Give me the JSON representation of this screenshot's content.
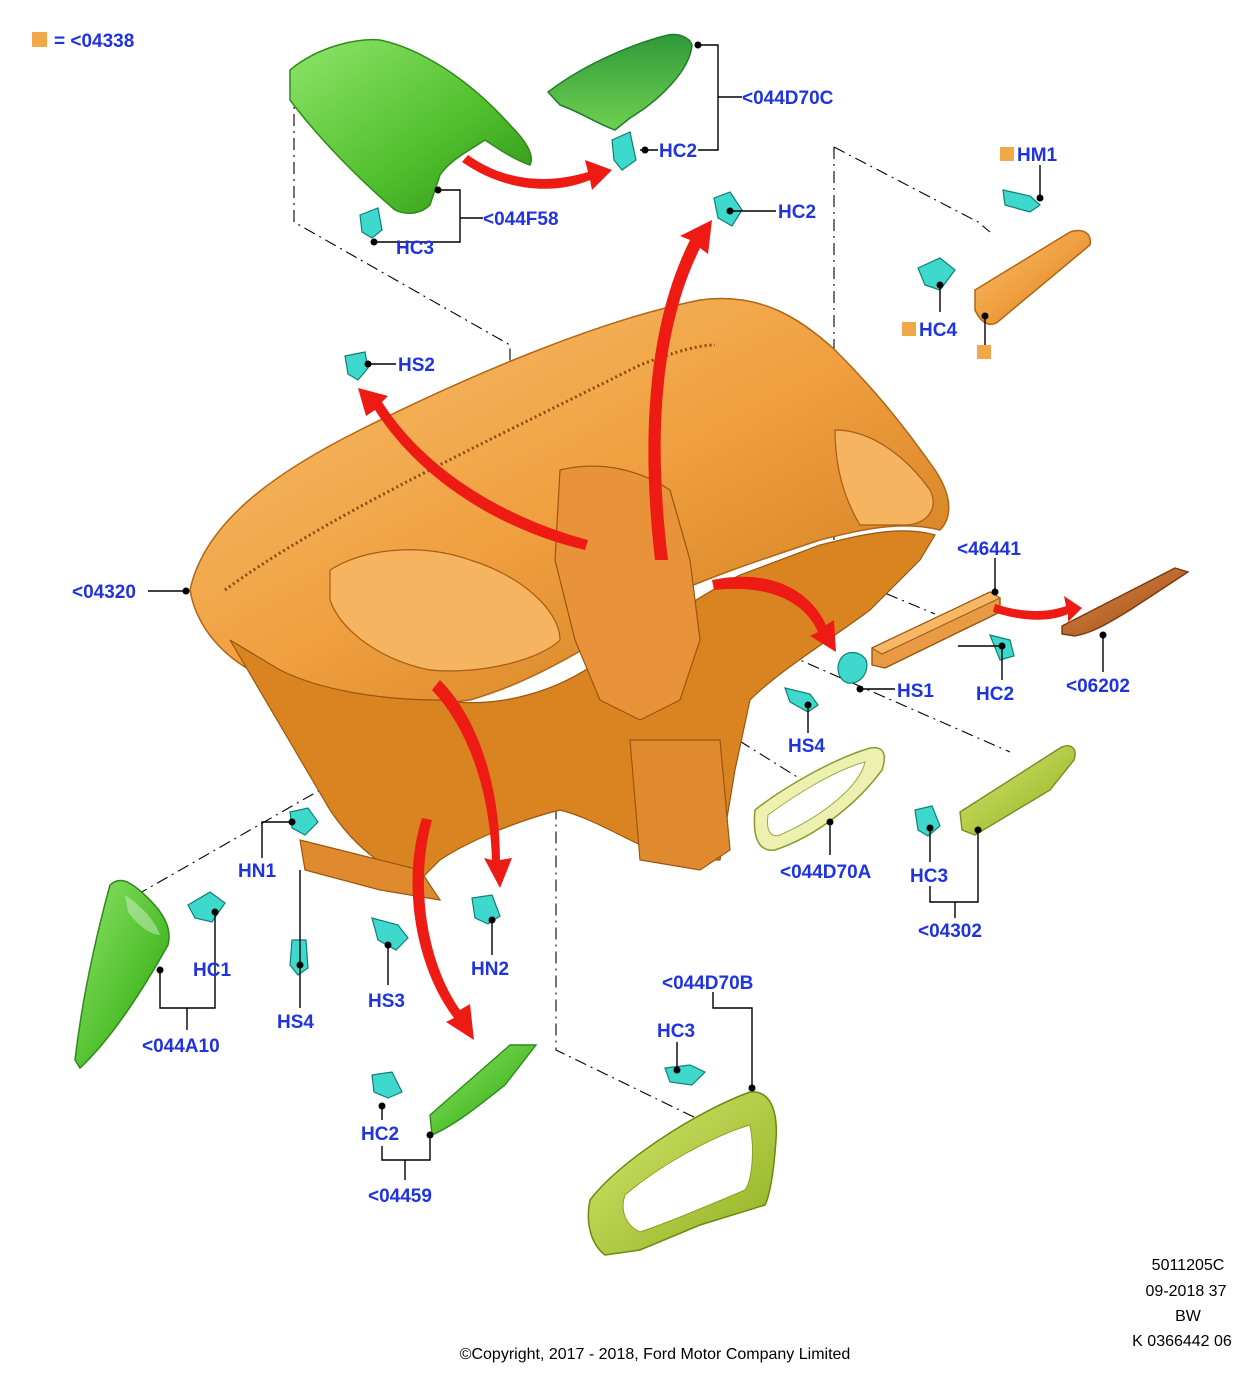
{
  "legend": {
    "swatch_color": "#f0a848",
    "text": "= <04338"
  },
  "labels": {
    "p044D70C": "<044D70C",
    "p044F58": "<044F58",
    "p04320": "<04320",
    "p46441": "<46441",
    "p06202": "<06202",
    "p044D70A": "<044D70A",
    "p04302": "<04302",
    "p044A10": "<044A10",
    "p044D70B": "<044D70B",
    "p04459": "<04459",
    "hc2_top": "HC2",
    "hc2_mid": "HC2",
    "hc2_right": "HC2",
    "hc2_bottom": "HC2",
    "hc3_top": "HC3",
    "hc3_right": "HC3",
    "hc3_bottom": "HC3",
    "hm1": "HM1",
    "hc4": "HC4",
    "hs2": "HS2",
    "hs1": "HS1",
    "hs4_right": "HS4",
    "hs4_left": "HS4",
    "hs3": "HS3",
    "hn1": "HN1",
    "hn2": "HN2",
    "hc1": "HC1"
  },
  "footer": {
    "ref": "5011205C",
    "date": "09-2018 37",
    "code": "BW",
    "doc": "K 0366442 06",
    "copyright": "©Copyright, 2017 - 2018, Ford Motor Company Limited"
  },
  "colors": {
    "label": "#1f34e0",
    "arrow": "#ee1b14",
    "clip": "#3fd8cc",
    "panel_orange": "#f0a040",
    "panel_green": "#5cc63a",
    "trim_lime": "#c6d85a"
  }
}
